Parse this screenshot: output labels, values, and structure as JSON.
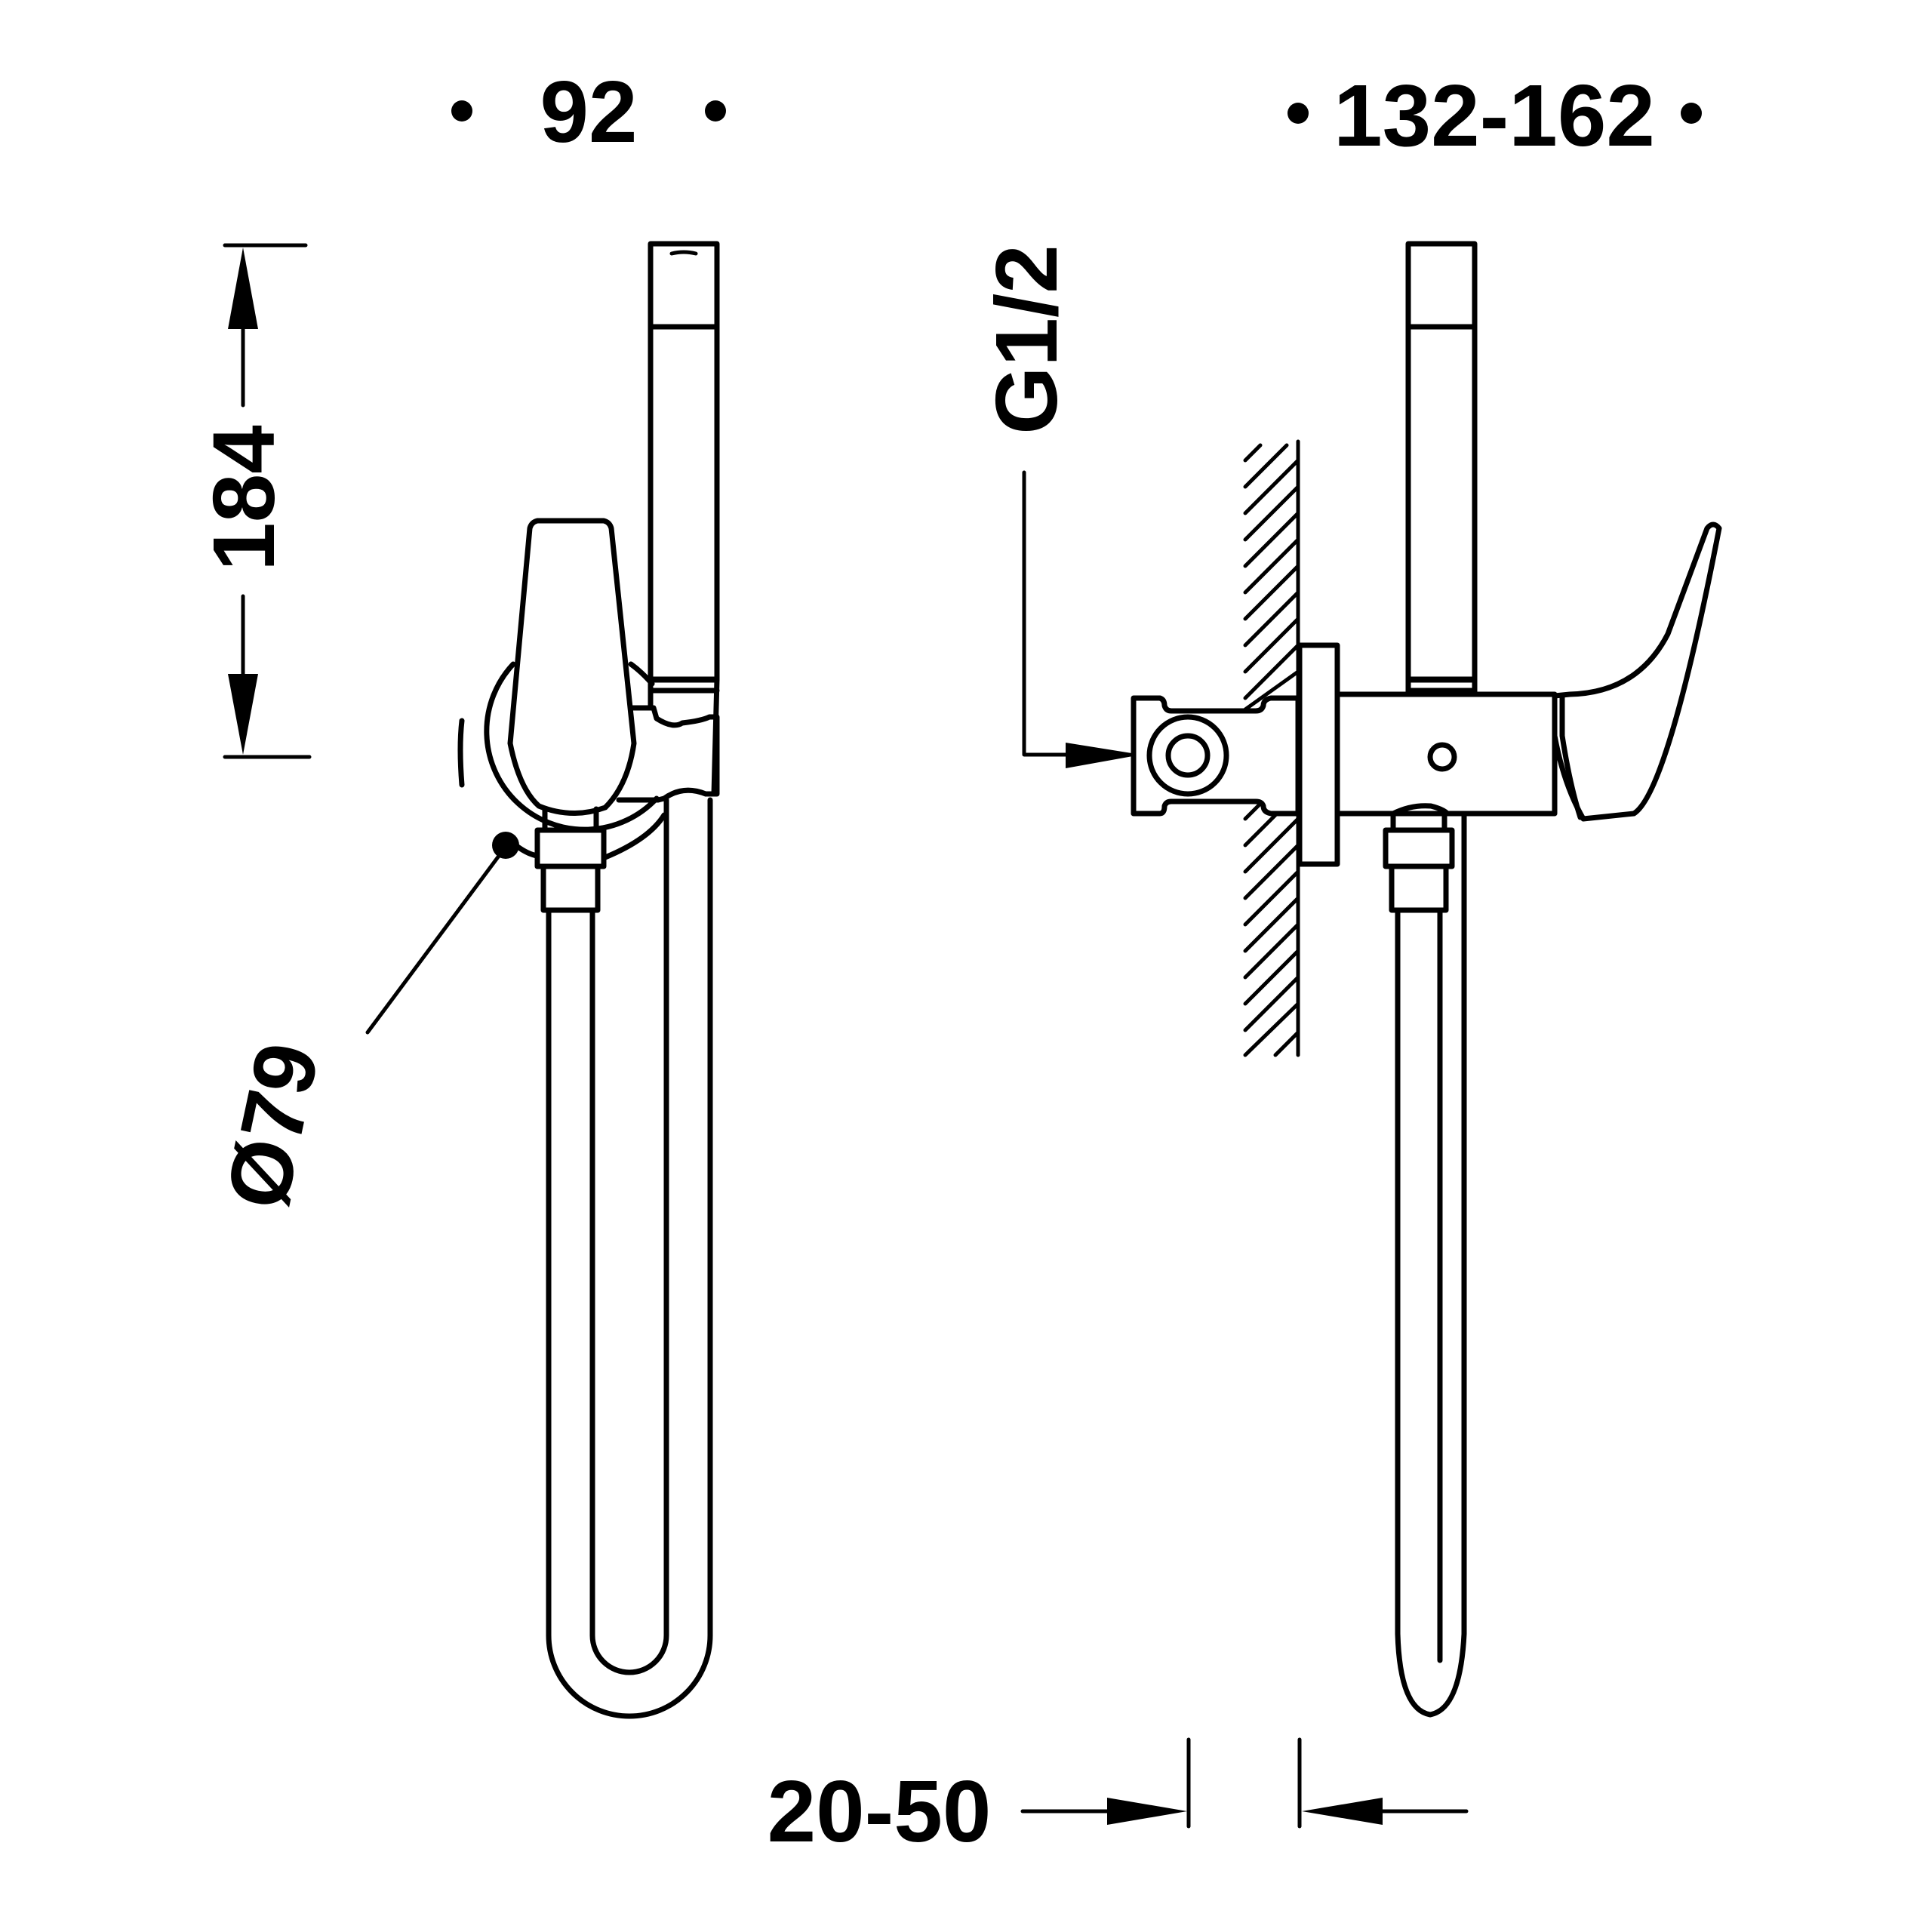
{
  "colors": {
    "stroke": "#000000",
    "background": "#ffffff"
  },
  "dimensions": {
    "width_front": "92",
    "depth_side": "132-162",
    "height_holder": "184",
    "diameter_flange": "Ø79",
    "thread": "G1/2",
    "wall_offset": "20-50"
  }
}
